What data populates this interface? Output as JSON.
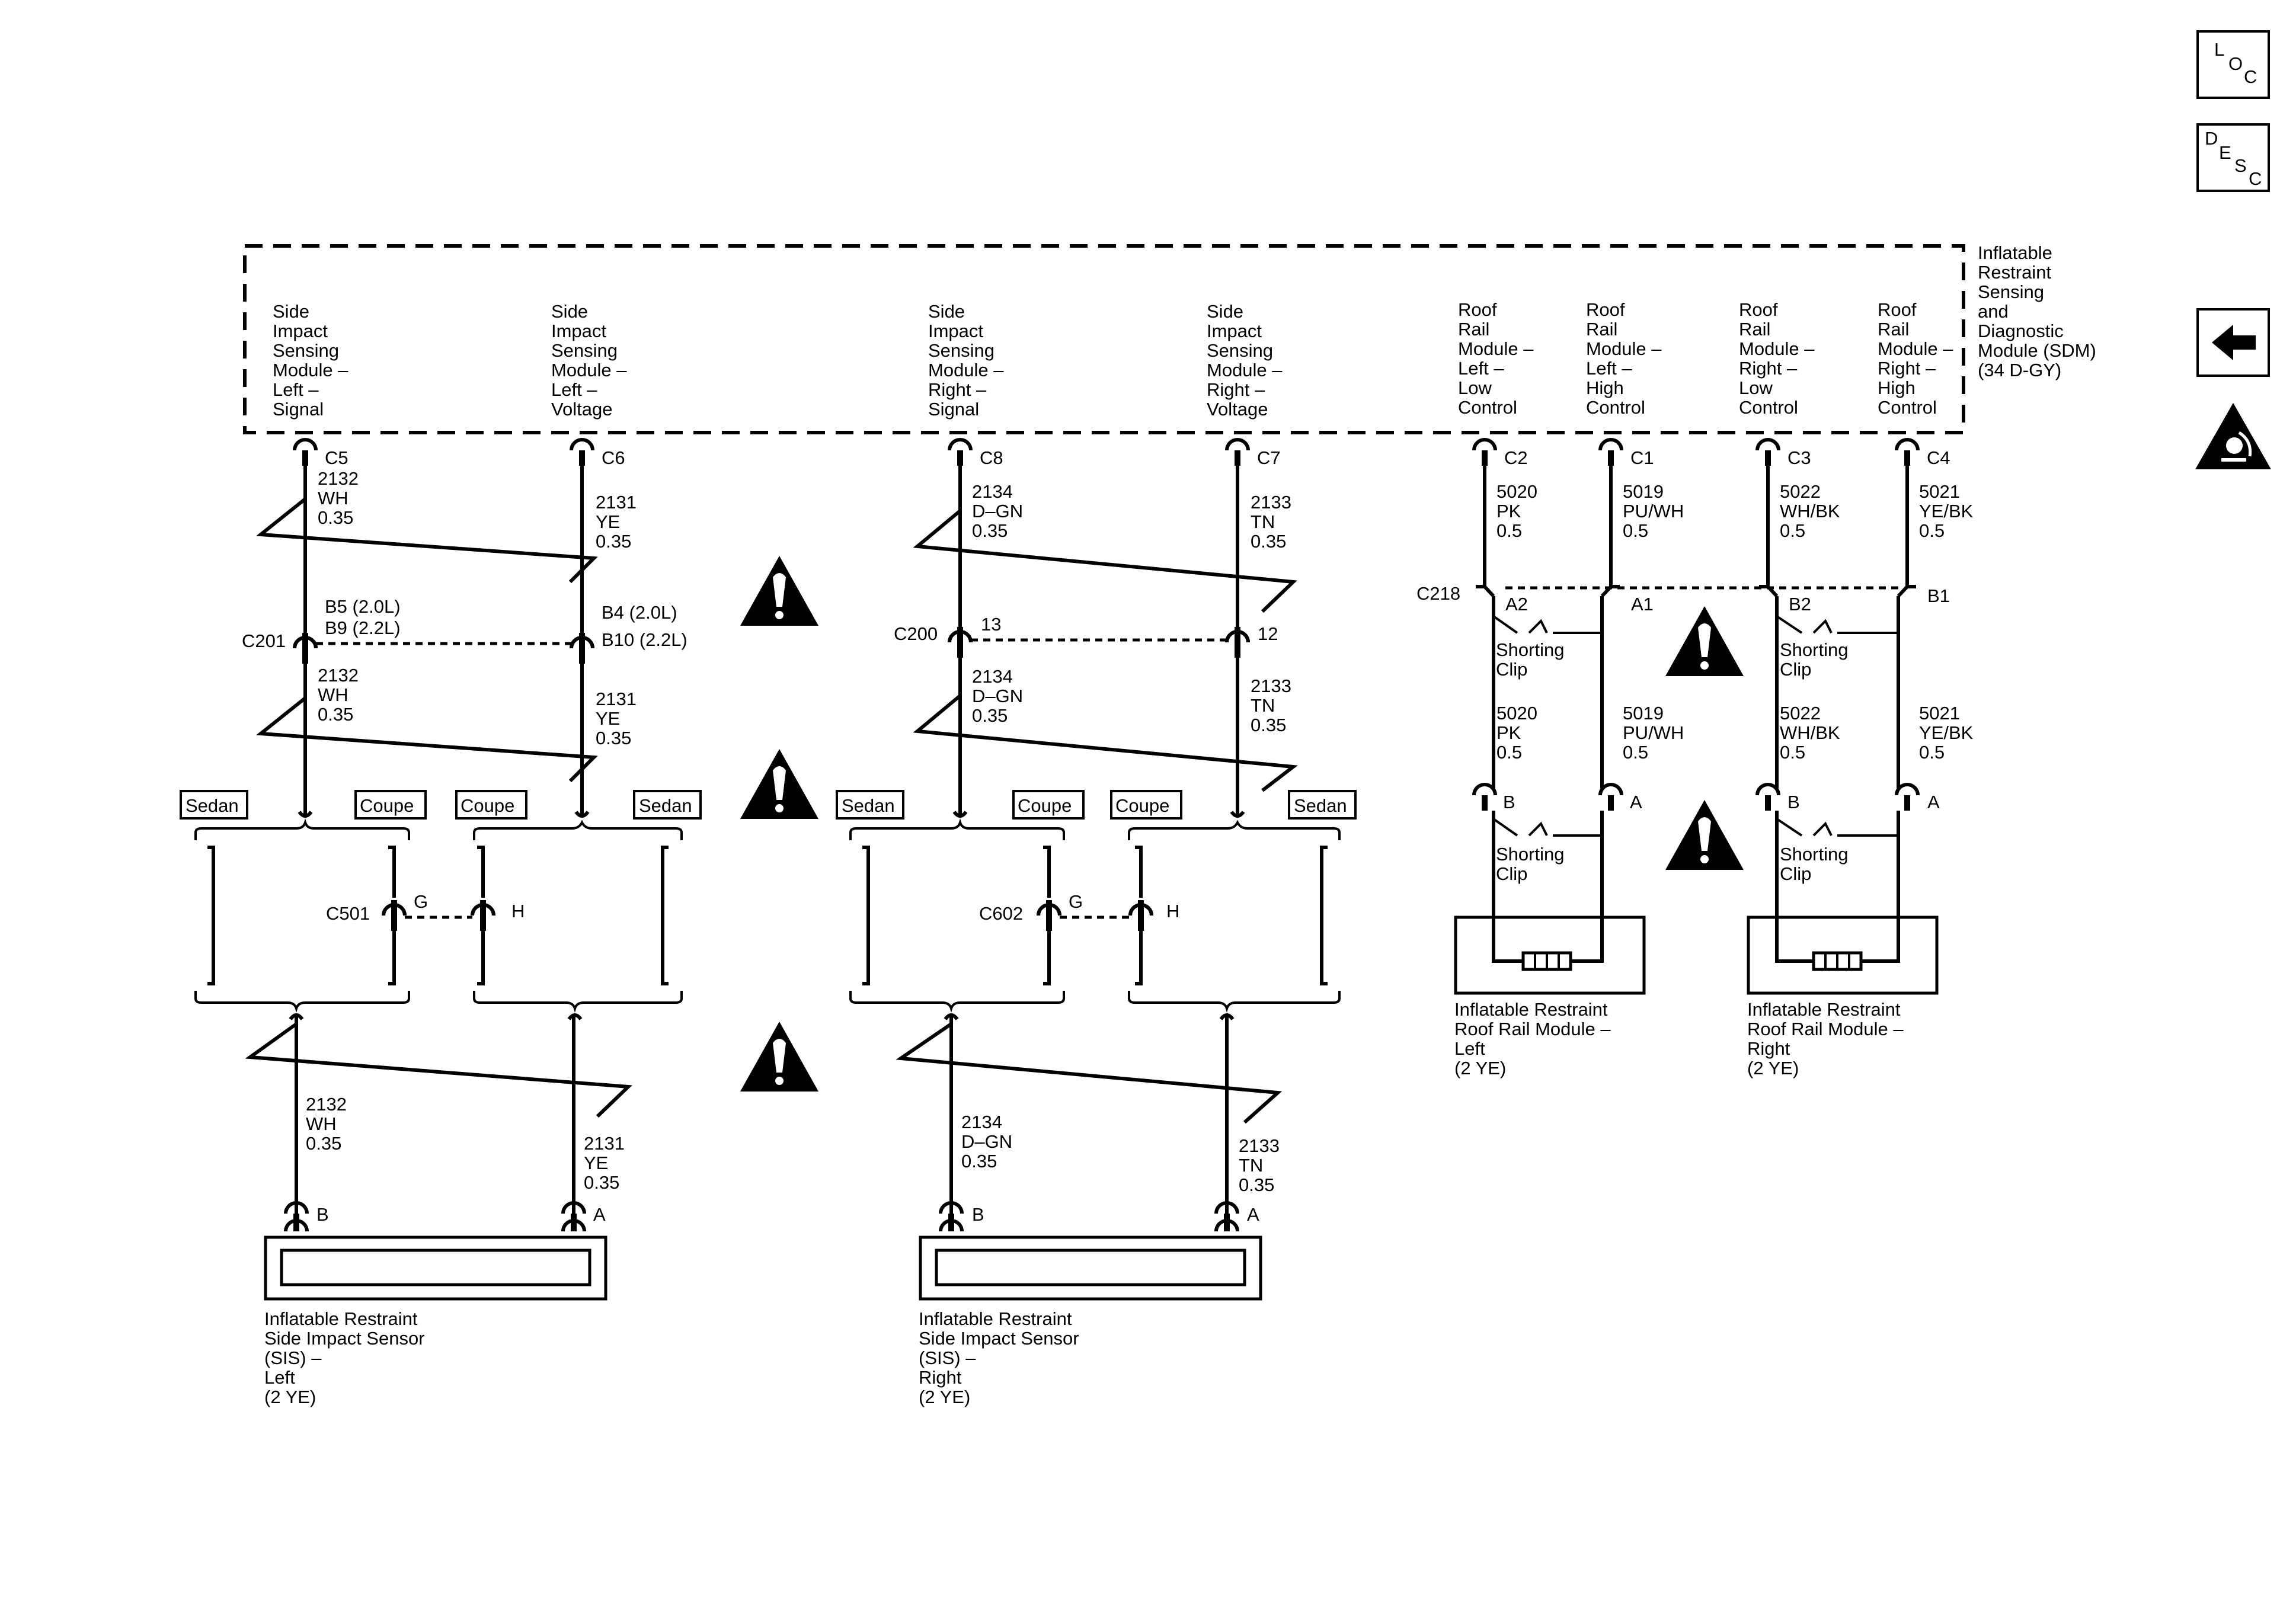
{
  "nav": {
    "loc": [
      "L",
      "O",
      "C"
    ],
    "desc": [
      "D",
      "E",
      "S",
      "C"
    ]
  },
  "sdm": {
    "name": [
      "Inflatable",
      "Restraint",
      "Sensing",
      "and",
      "Diagnostic",
      "Module (SDM)",
      "(34 D-GY)"
    ],
    "circuits": [
      {
        "lines": [
          "Side",
          "Impact",
          "Sensing",
          "Module –",
          "Left –",
          "Signal"
        ],
        "pin": "C5"
      },
      {
        "lines": [
          "Side",
          "Impact",
          "Sensing",
          "Module –",
          "Left –",
          "Voltage"
        ],
        "pin": "C6"
      },
      {
        "lines": [
          "Side",
          "Impact",
          "Sensing",
          "Module –",
          "Right –",
          "Signal"
        ],
        "pin": "C8"
      },
      {
        "lines": [
          "Side",
          "Impact",
          "Sensing",
          "Module –",
          "Right –",
          "Voltage"
        ],
        "pin": "C7"
      },
      {
        "lines": [
          "Roof",
          "Rail",
          "Module –",
          "Left –",
          "Low",
          "Control"
        ],
        "pin": "C2"
      },
      {
        "lines": [
          "Roof",
          "Rail",
          "Module –",
          "Left –",
          "High",
          "Control"
        ],
        "pin": "C1"
      },
      {
        "lines": [
          "Roof",
          "Rail",
          "Module –",
          "Right –",
          "Low",
          "Control"
        ],
        "pin": "C3"
      },
      {
        "lines": [
          "Roof",
          "Rail",
          "Module –",
          "Right –",
          "High",
          "Control"
        ],
        "pin": "C4"
      }
    ]
  },
  "wires": {
    "w2132": [
      "2132",
      "WH",
      "0.35"
    ],
    "w2131": [
      "2131",
      "YE",
      "0.35"
    ],
    "w2134": [
      "2134",
      "D–GN",
      "0.35"
    ],
    "w2133": [
      "2133",
      "TN",
      "0.35"
    ],
    "w5020": [
      "5020",
      "PK",
      "0.5"
    ],
    "w5019": [
      "5019",
      "PU/WH",
      "0.5"
    ],
    "w5022": [
      "5022",
      "WH/BK",
      "0.5"
    ],
    "w5021": [
      "5021",
      "YE/BK",
      "0.5"
    ]
  },
  "connectors": {
    "c201": {
      "name": "C201",
      "pin_a": "B5 (2.0L)",
      "pin_a2": "B9 (2.2L)",
      "pin_b": "B4 (2.0L)",
      "pin_b2": "B10 (2.2L)"
    },
    "c200": {
      "name": "C200",
      "pin_a": "13",
      "pin_b": "12"
    },
    "c218": {
      "name": "C218",
      "pins": [
        "A2",
        "A1",
        "B2",
        "B1"
      ]
    },
    "c501": {
      "name": "C501",
      "pin_a": "G",
      "pin_b": "H"
    },
    "c602": {
      "name": "C602",
      "pin_a": "G",
      "pin_b": "H"
    },
    "pin_a": "A",
    "pin_b": "B"
  },
  "body_styles": {
    "sedan": "Sedan",
    "coupe": "Coupe"
  },
  "shorting_clip": [
    "Shorting",
    "Clip"
  ],
  "components": {
    "sis_left": [
      "Inflatable Restraint",
      "Side Impact Sensor",
      "(SIS) –",
      "Left",
      "(2 YE)"
    ],
    "sis_right": [
      "Inflatable Restraint",
      "Side Impact Sensor",
      "(SIS) –",
      "Right",
      "(2 YE)"
    ],
    "roof_left": [
      "Inflatable Restraint",
      "Roof Rail Module –",
      "Left",
      "(2 YE)"
    ],
    "roof_right": [
      "Inflatable Restraint",
      "Roof Rail Module –",
      "Right",
      "(2 YE)"
    ]
  }
}
